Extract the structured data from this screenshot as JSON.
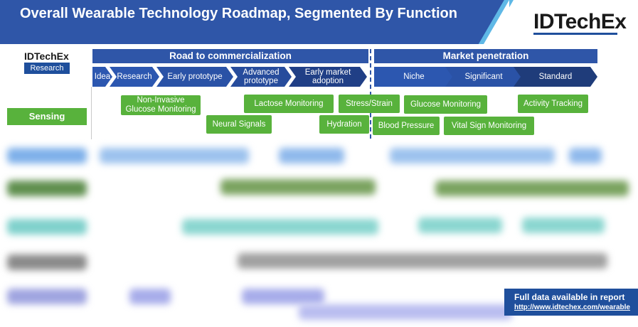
{
  "header": {
    "title": "Overall Wearable Technology Roadmap, Segmented By Function",
    "logo": "IDTechEx"
  },
  "small_logo": {
    "name": "IDTechEx",
    "sub": "Research"
  },
  "phases": [
    {
      "label": "Road to commercialization"
    },
    {
      "label": "Market penetration"
    }
  ],
  "stages": [
    {
      "label": "Idea"
    },
    {
      "label": "Research"
    },
    {
      "label": "Early prototype"
    },
    {
      "label": "Advanced prototype"
    },
    {
      "label": "Early market adoption"
    },
    {
      "label": "Niche"
    },
    {
      "label": "Significant"
    },
    {
      "label": "Standard"
    }
  ],
  "rows": [
    {
      "label": "Sensing"
    }
  ],
  "technologies": [
    {
      "label": "Non-Invasive Glucose Monitoring"
    },
    {
      "label": "Neural Signals"
    },
    {
      "label": "Lactose Monitoring"
    },
    {
      "label": "Stress/Strain"
    },
    {
      "label": "Hydration"
    },
    {
      "label": "Glucose Monitoring"
    },
    {
      "label": "Blood Pressure"
    },
    {
      "label": "Vital Sign Monitoring"
    },
    {
      "label": "Activity Tracking"
    }
  ],
  "colors": {
    "header_blue": "#2f56a8",
    "accent_light_blue": "#5fb8e6",
    "sensing_green": "#58b23c",
    "stage_dark": "#1f3c7a"
  },
  "callout": {
    "title": "Full data available in report",
    "url": "http://www.idtechex.com/wearable"
  }
}
